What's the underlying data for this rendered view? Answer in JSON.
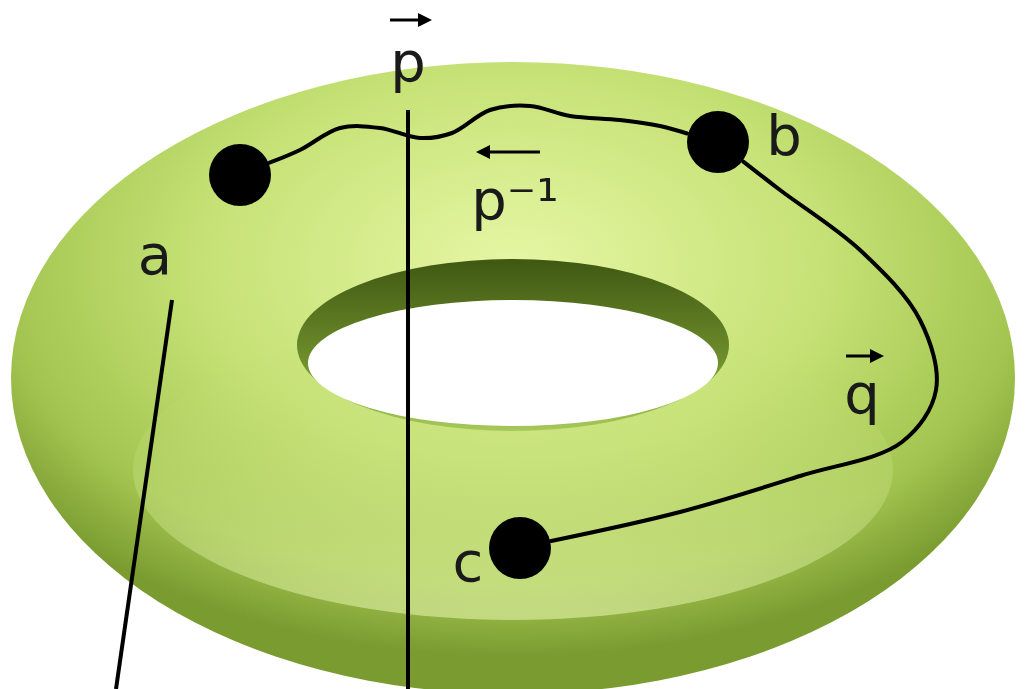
{
  "diagram": {
    "nodes": [
      {
        "text": [
          "a"
        ]
      },
      {
        "text": [
          "b"
        ]
      },
      {
        "text": [
          "c"
        ]
      }
    ],
    "edges": [
      {
        "from": 0,
        "to": 1,
        "arrow": "none",
        "label": "p"
      },
      {
        "from": 1,
        "to": 2,
        "arrow": "none",
        "label": "q"
      }
    ],
    "labels": [
      "p⁻¹"
    ]
  }
}
